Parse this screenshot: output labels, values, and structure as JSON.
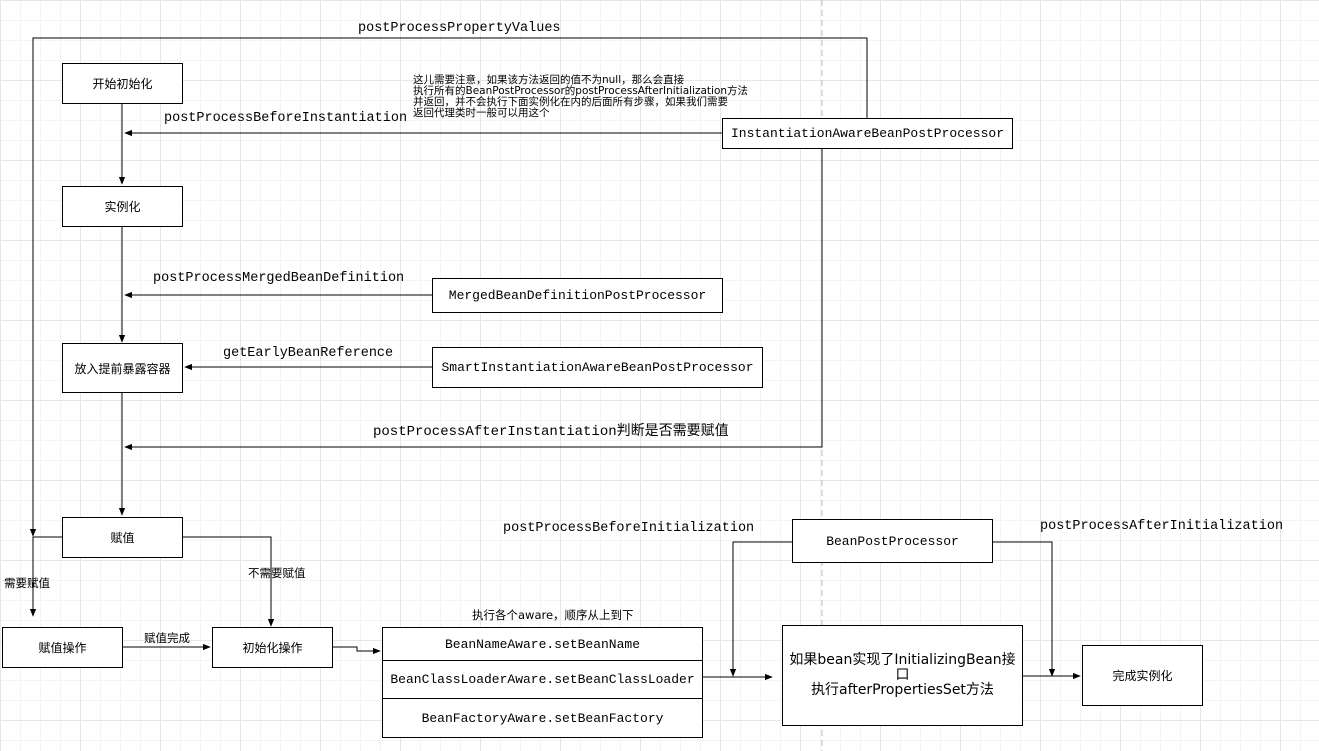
{
  "nodes": {
    "start_init": "开始初始化",
    "instantiate": "实例化",
    "early_exposure": "放入提前暴露容器",
    "assign": "赋值",
    "assign_op": "赋值操作",
    "init_op": "初始化操作",
    "iabpp": "InstantiationAwareBeanPostProcessor",
    "mbdpp": "MergedBeanDefinitionPostProcessor",
    "siabpp": "SmartInstantiationAwareBeanPostProcessor",
    "bpp": "BeanPostProcessor",
    "aware_name": "BeanNameAware.setBeanName",
    "aware_classloader": "BeanClassLoaderAware.setBeanClassLoader",
    "aware_factory": "BeanFactoryAware.setBeanFactory",
    "initializing_line1": "如果bean实现了InitializingBean接口",
    "initializing_line2": "执行afterPropertiesSet方法",
    "complete": "完成实例化"
  },
  "edge_labels": {
    "property_values": "postProcessPropertyValues",
    "before_instantiation": "postProcessBeforeInstantiation",
    "merged_definition": "postProcessMergedBeanDefinition",
    "early_reference": "getEarlyBeanReference",
    "after_instantiation": "postProcessAfterInstantiation判断是否需要赋值",
    "need_assign": "需要赋值",
    "no_need_assign": "不需要赋值",
    "assign_done": "赋值完成",
    "aware_sequence": "执行各个aware，顺序从上到下",
    "before_initialization": "postProcessBeforeInitialization",
    "after_initialization": "postProcessAfterInitialization"
  },
  "note": {
    "line1": "这儿需要注意，如果该方法返回的值不为null，那么会直接",
    "line2": "执行所有的BeanPostProcessor的postProcessAfterInitialization方法",
    "line3": "并返回，并不会执行下面实例化在内的后面所有步骤，如果我们需要",
    "line4": "返回代理类时一般可以用这个"
  }
}
